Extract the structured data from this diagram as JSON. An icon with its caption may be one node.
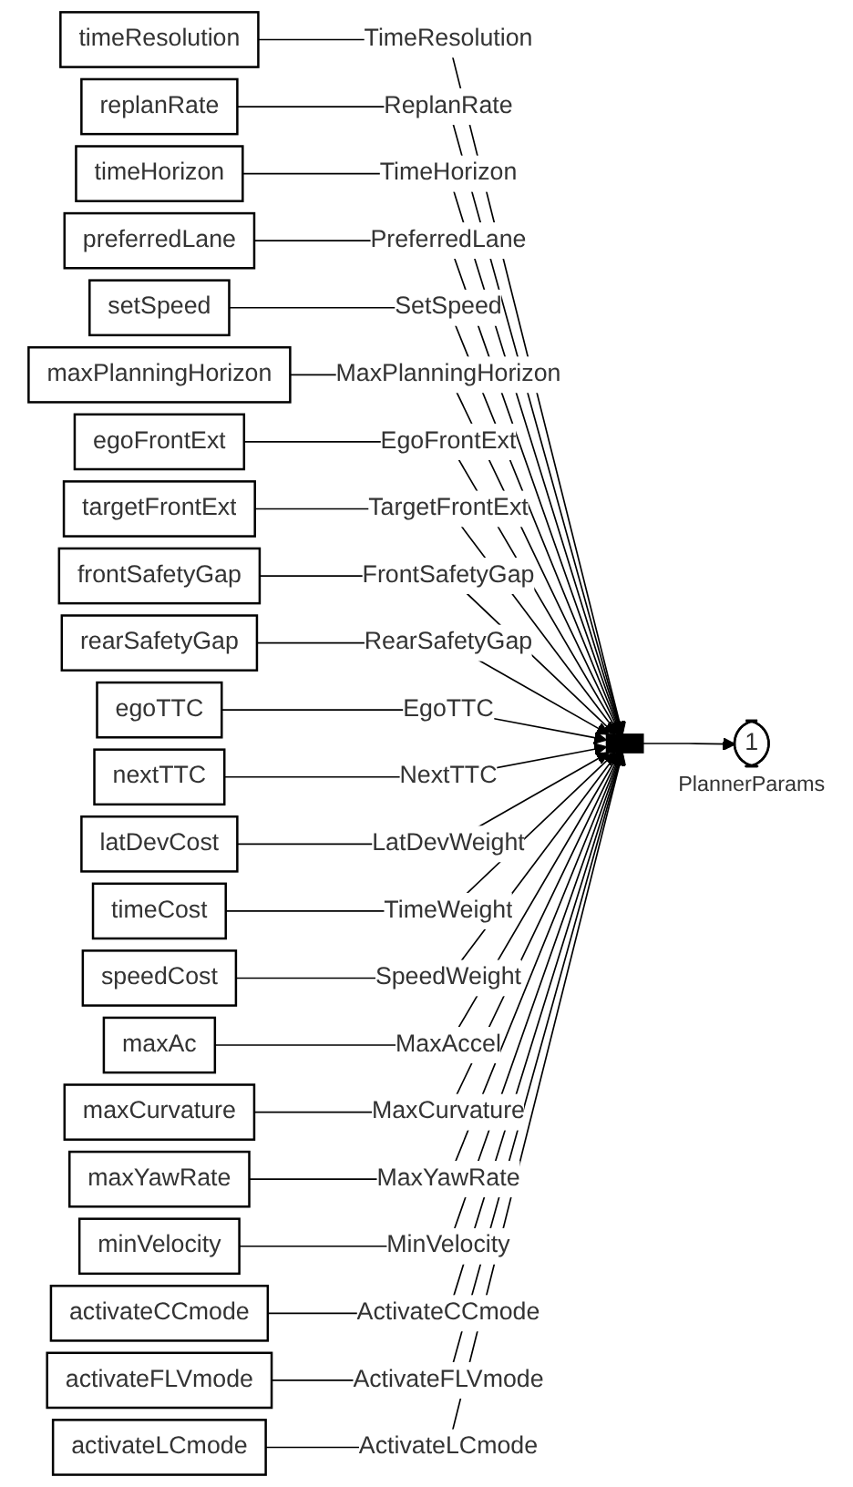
{
  "diagram": {
    "nodes": [
      {
        "text": [
          "timeResolution"
        ]
      },
      {
        "text": [
          "replanRate"
        ]
      },
      {
        "text": [
          "timeHorizon"
        ]
      },
      {
        "text": [
          "preferredLane"
        ]
      },
      {
        "text": [
          "setSpeed"
        ]
      },
      {
        "text": [
          "maxPlanningHorizon"
        ]
      },
      {
        "text": [
          "egoFrontExt"
        ]
      },
      {
        "text": [
          "targetFrontExt"
        ]
      },
      {
        "text": [
          "frontSafetyGap"
        ]
      },
      {
        "text": [
          "rearSafetyGap"
        ]
      },
      {
        "text": [
          "egoTTC"
        ]
      },
      {
        "text": [
          "nextTTC"
        ]
      },
      {
        "text": [
          "latDevCost"
        ]
      },
      {
        "text": [
          "timeCost"
        ]
      },
      {
        "text": [
          "speedCost"
        ]
      },
      {
        "text": [
          "maxAc"
        ]
      },
      {
        "text": [
          "maxCurvature"
        ]
      },
      {
        "text": [
          "maxYawRate"
        ]
      },
      {
        "text": [
          "minVelocity"
        ]
      },
      {
        "text": [
          "activateCCmode"
        ]
      },
      {
        "text": [
          "activateFLVmode"
        ]
      },
      {
        "text": [
          "activateLCmode"
        ]
      },
      {
        "text": [],
        "shape": "bar"
      },
      {
        "text": [
          "1"
        ],
        "beside": [
          "PlannerParams"
        ]
      }
    ],
    "edges": [
      {
        "from": 0,
        "to": 22,
        "arrow": "to",
        "label": "TimeResolution"
      },
      {
        "from": 1,
        "to": 22,
        "arrow": "to",
        "label": "ReplanRate"
      },
      {
        "from": 2,
        "to": 22,
        "arrow": "to",
        "label": "TimeHorizon"
      },
      {
        "from": 3,
        "to": 22,
        "arrow": "to",
        "label": "PreferredLane"
      },
      {
        "from": 4,
        "to": 22,
        "arrow": "to",
        "label": "SetSpeed"
      },
      {
        "from": 5,
        "to": 22,
        "arrow": "to",
        "label": "MaxPlanningHorizon"
      },
      {
        "from": 6,
        "to": 22,
        "arrow": "to",
        "label": "EgoFrontExt"
      },
      {
        "from": 7,
        "to": 22,
        "arrow": "to",
        "label": "TargetFrontExt"
      },
      {
        "from": 8,
        "to": 22,
        "arrow": "to",
        "label": "FrontSafetyGap"
      },
      {
        "from": 9,
        "to": 22,
        "arrow": "to",
        "label": "RearSafetyGap"
      },
      {
        "from": 10,
        "to": 22,
        "arrow": "to",
        "label": "EgoTTC"
      },
      {
        "from": 11,
        "to": 22,
        "arrow": "to",
        "label": "NextTTC"
      },
      {
        "from": 12,
        "to": 22,
        "arrow": "to",
        "label": "LatDevWeight"
      },
      {
        "from": 13,
        "to": 22,
        "arrow": "to",
        "label": "TimeWeight"
      },
      {
        "from": 14,
        "to": 22,
        "arrow": "to",
        "label": "SpeedWeight"
      },
      {
        "from": 15,
        "to": 22,
        "arrow": "to",
        "label": "MaxAccel"
      },
      {
        "from": 16,
        "to": 22,
        "arrow": "to",
        "label": "MaxCurvature"
      },
      {
        "from": 17,
        "to": 22,
        "arrow": "to",
        "label": "MaxYawRate"
      },
      {
        "from": 18,
        "to": 22,
        "arrow": "to",
        "label": "MinVelocity"
      },
      {
        "from": 19,
        "to": 22,
        "arrow": "to",
        "label": "ActivateCCmode"
      },
      {
        "from": 20,
        "to": 22,
        "arrow": "to",
        "label": "ActivateFLVmode"
      },
      {
        "from": 21,
        "to": 22,
        "arrow": "to",
        "label": "ActivateLCmode"
      },
      {
        "from": 22,
        "to": 23,
        "arrow": "to"
      }
    ]
  }
}
